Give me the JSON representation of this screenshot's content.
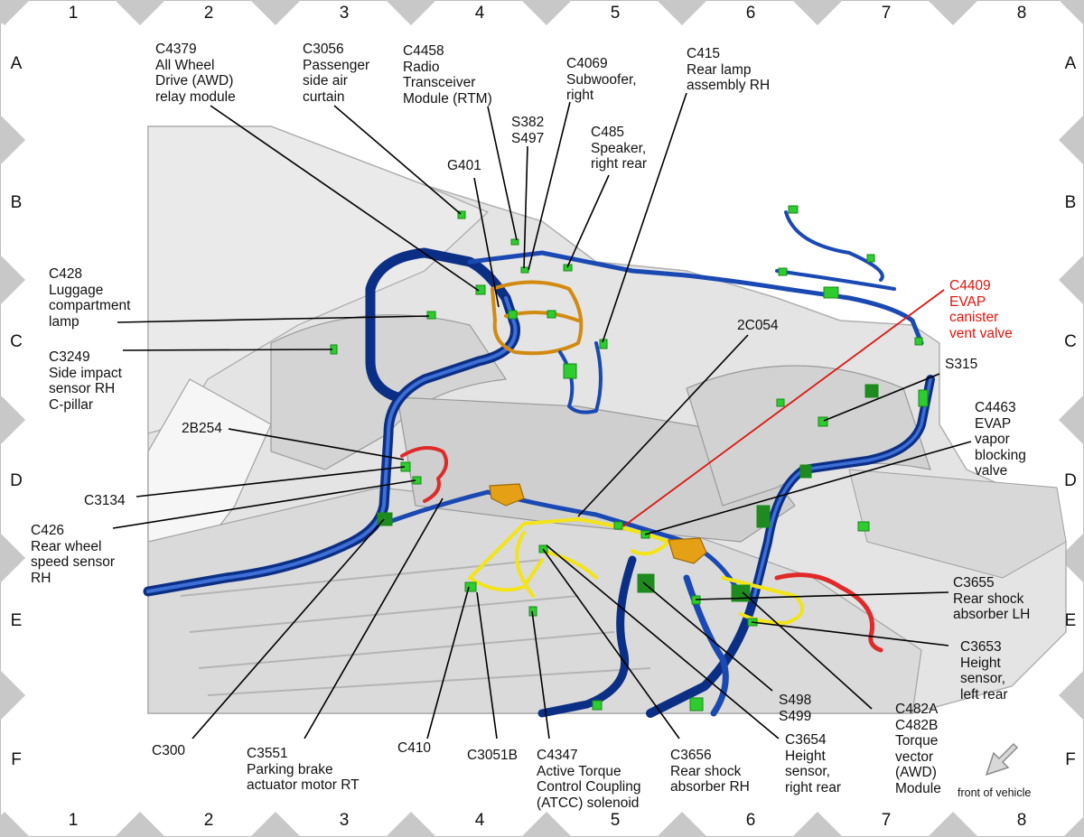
{
  "grid": {
    "columns": [
      "1",
      "2",
      "3",
      "4",
      "5",
      "6",
      "7",
      "8"
    ],
    "rows": [
      "A",
      "B",
      "C",
      "D",
      "E",
      "F"
    ]
  },
  "callouts": [
    {
      "id": "c4379",
      "lines": [
        "C4379",
        "All Wheel",
        "Drive (AWD)",
        "relay module"
      ]
    },
    {
      "id": "c3056",
      "lines": [
        "C3056",
        "Passenger",
        "side air",
        "curtain"
      ]
    },
    {
      "id": "c4458",
      "lines": [
        "C4458",
        "Radio",
        "Transceiver",
        "Module (RTM)"
      ]
    },
    {
      "id": "c4069",
      "lines": [
        "C4069",
        "Subwoofer,",
        "right"
      ]
    },
    {
      "id": "c415",
      "lines": [
        "C415",
        "Rear lamp",
        "assembly RH"
      ]
    },
    {
      "id": "s382",
      "lines": [
        "S382",
        "S497"
      ]
    },
    {
      "id": "c485",
      "lines": [
        "C485",
        "Speaker,",
        "right rear"
      ]
    },
    {
      "id": "g401",
      "lines": [
        "G401"
      ]
    },
    {
      "id": "c428",
      "lines": [
        "C428",
        "Luggage",
        "compartment",
        "lamp"
      ]
    },
    {
      "id": "c4409",
      "lines": [
        "C4409",
        "EVAP",
        "canister",
        "vent valve"
      ],
      "highlight": true
    },
    {
      "id": "c3249",
      "lines": [
        "C3249",
        "Side impact",
        "sensor RH",
        "C-pillar"
      ]
    },
    {
      "id": "2c054",
      "lines": [
        "2C054"
      ]
    },
    {
      "id": "s315",
      "lines": [
        "S315"
      ]
    },
    {
      "id": "c4463",
      "lines": [
        "C4463",
        "EVAP",
        "vapor",
        "blocking",
        "valve"
      ]
    },
    {
      "id": "2b254",
      "lines": [
        "2B254"
      ]
    },
    {
      "id": "c3134",
      "lines": [
        "C3134"
      ]
    },
    {
      "id": "c426",
      "lines": [
        "C426",
        "Rear wheel",
        "speed sensor",
        "RH"
      ]
    },
    {
      "id": "c3655",
      "lines": [
        "C3655",
        "Rear shock",
        "absorber LH"
      ]
    },
    {
      "id": "c3653",
      "lines": [
        "C3653",
        "Height",
        "sensor,",
        "left rear"
      ]
    },
    {
      "id": "s498",
      "lines": [
        "S498",
        "S499"
      ]
    },
    {
      "id": "c482a",
      "lines": [
        "C482A",
        "C482B",
        "Torque",
        "vector",
        "(AWD)",
        "Module"
      ]
    },
    {
      "id": "c300",
      "lines": [
        "C300"
      ]
    },
    {
      "id": "c3551",
      "lines": [
        "C3551",
        "Parking brake",
        "actuator motor RT"
      ]
    },
    {
      "id": "c410",
      "lines": [
        "C410"
      ]
    },
    {
      "id": "c3051b",
      "lines": [
        "C3051B"
      ]
    },
    {
      "id": "c4347",
      "lines": [
        "C4347",
        "Active Torque",
        "Control Coupling",
        "(ATCC) solenoid"
      ]
    },
    {
      "id": "c3656",
      "lines": [
        "C3656",
        "Rear shock",
        "absorber RH"
      ]
    },
    {
      "id": "c3654",
      "lines": [
        "C3654",
        "Height",
        "sensor,",
        "right rear"
      ]
    }
  ],
  "front_of_vehicle": "front of vehicle",
  "colors": {
    "harness_blue": "#1a49b4",
    "harness_dark": "#0c2f86",
    "harness_orange": "#d28a10",
    "harness_yellow": "#f2e418",
    "harness_red": "#e02a2a",
    "connector_green": "#2ecc2e",
    "leader_black": "#000000",
    "leader_red": "#e0160f",
    "body_gray": "#dedede",
    "diamond_gray": "#c8c8c8"
  }
}
